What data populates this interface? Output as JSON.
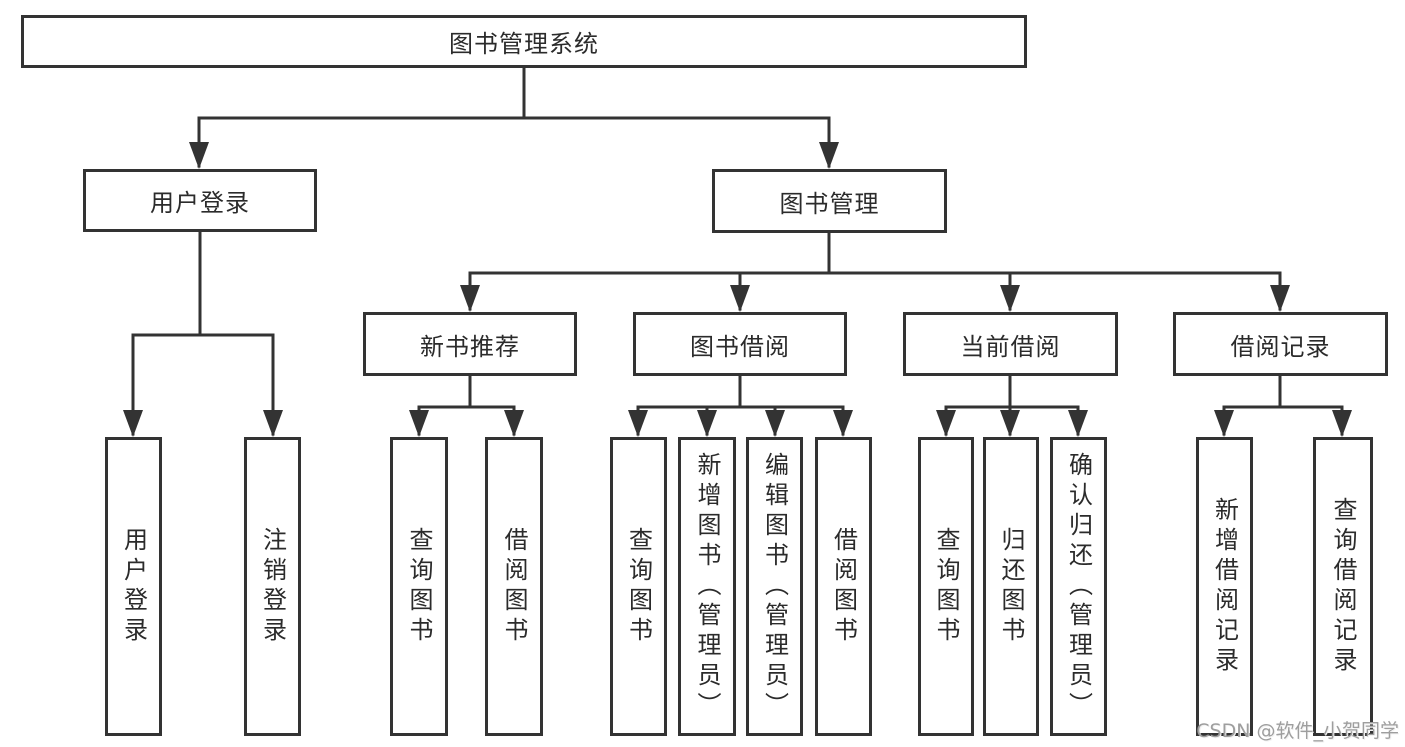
{
  "colors": {
    "line": "#333333",
    "text": "#2b2b2b",
    "watermark": "#9e9e9e"
  },
  "watermark": {
    "text": "CSDN @软件_小贺同学"
  },
  "tree": {
    "root": {
      "label": "图书管理系统",
      "children": [
        {
          "label": "用户登录",
          "children": [
            {
              "label": "用户登录"
            },
            {
              "label": "注销登录"
            }
          ]
        },
        {
          "label": "图书管理",
          "children": [
            {
              "label": "新书推荐",
              "children": [
                {
                  "label": "查询图书"
                },
                {
                  "label": "借阅图书"
                }
              ]
            },
            {
              "label": "图书借阅",
              "children": [
                {
                  "label": "查询图书"
                },
                {
                  "label": "新增图书（管理员）"
                },
                {
                  "label": "编辑图书（管理员）"
                },
                {
                  "label": "借阅图书"
                }
              ]
            },
            {
              "label": "当前借阅",
              "children": [
                {
                  "label": "查询图书"
                },
                {
                  "label": "归还图书"
                },
                {
                  "label": "确认归还（管理员）"
                }
              ]
            },
            {
              "label": "借阅记录",
              "children": [
                {
                  "label": "新增借阅记录"
                },
                {
                  "label": "查询借阅记录"
                }
              ]
            }
          ]
        }
      ]
    }
  }
}
